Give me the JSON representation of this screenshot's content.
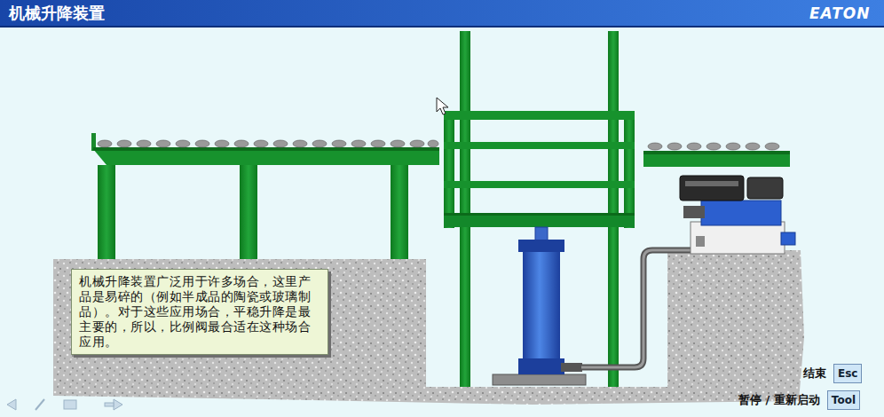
{
  "diagram": {
    "title": "机械升降装置",
    "nodes": [
      {
        "text": [
          "机械升降装置广泛用于许多场合，这里产品是易碎的（例如半成品的陶瓷或玻璃制品）。对于这些应用场合，平稳升降是最主要的，所以，比例阀最合适在这种场合应用。"
        ]
      },
      {
        "text": [
          "结束",
          "Esc"
        ]
      },
      {
        "text": [
          "暂停 / 重新启动",
          "Tool"
        ]
      }
    ],
    "labels": [
      "EATON"
    ]
  }
}
